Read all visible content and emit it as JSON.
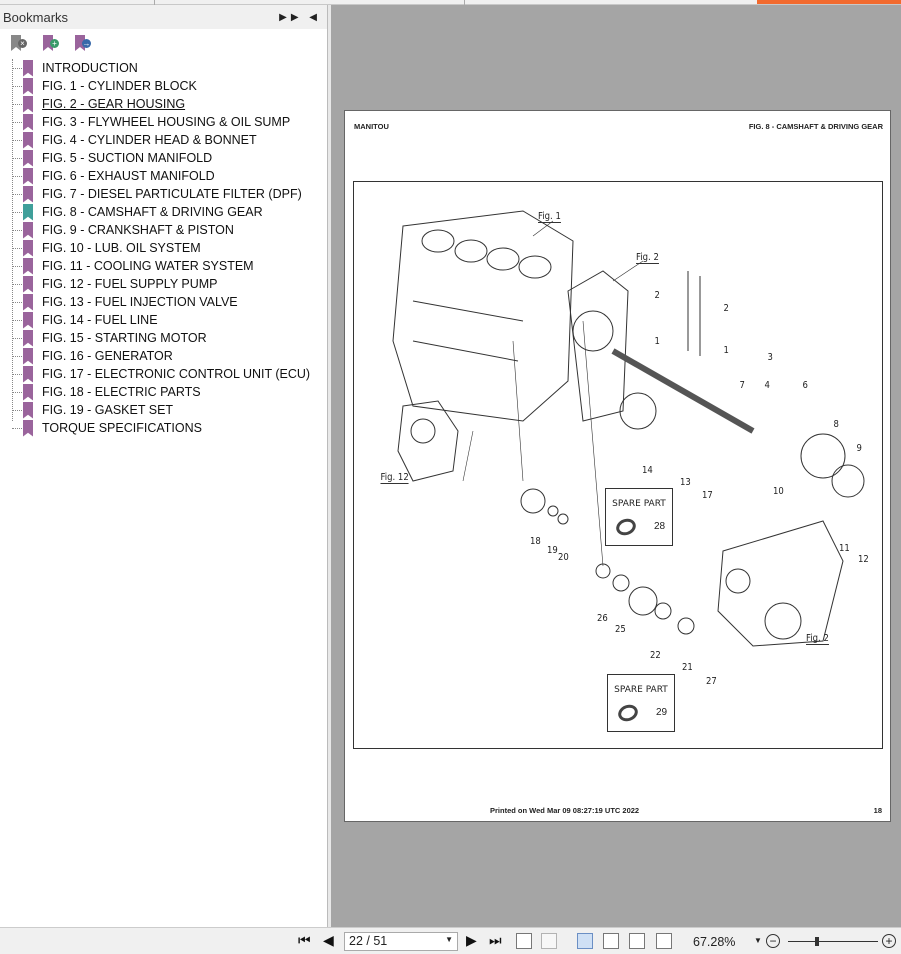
{
  "bookmarks_panel": {
    "title": "Bookmarks",
    "tools": [
      "delete-bookmark-icon",
      "add-bookmark-icon",
      "go-to-bookmark-icon"
    ],
    "items": [
      {
        "label": "INTRODUCTION"
      },
      {
        "label": "FIG. 1 - CYLINDER BLOCK"
      },
      {
        "label": "FIG. 2 - GEAR HOUSING",
        "hovered": true
      },
      {
        "label": "FIG. 3 - FLYWHEEL HOUSING & OIL SUMP"
      },
      {
        "label": "FIG. 4 - CYLINDER HEAD & BONNET"
      },
      {
        "label": "FIG. 5 - SUCTION MANIFOLD"
      },
      {
        "label": "FIG. 6 - EXHAUST MANIFOLD"
      },
      {
        "label": "FIG. 7 - DIESEL PARTICULATE FILTER (DPF)"
      },
      {
        "label": "FIG. 8 - CAMSHAFT & DRIVING GEAR",
        "current": true
      },
      {
        "label": "FIG. 9 - CRANKSHAFT & PISTON"
      },
      {
        "label": "FIG. 10 - LUB. OIL SYSTEM"
      },
      {
        "label": "FIG. 11 - COOLING WATER SYSTEM"
      },
      {
        "label": "FIG. 12 - FUEL SUPPLY PUMP"
      },
      {
        "label": "FIG. 13 - FUEL INJECTION VALVE"
      },
      {
        "label": "FIG. 14 - FUEL LINE"
      },
      {
        "label": "FIG. 15 - STARTING MOTOR"
      },
      {
        "label": "FIG. 16 - GENERATOR"
      },
      {
        "label": "FIG. 17 - ELECTRONIC CONTROL UNIT (ECU)"
      },
      {
        "label": "FIG. 18 - ELECTRIC PARTS"
      },
      {
        "label": "FIG. 19 - GASKET SET"
      },
      {
        "label": "TORQUE SPECIFICATIONS"
      }
    ]
  },
  "page": {
    "header_left": "MANITOU",
    "header_right": "FIG. 8 - CAMSHAFT & DRIVING GEAR",
    "footer_printed": "Printed on  Wed Mar 09 08:27:19 UTC 2022",
    "footer_page": "18",
    "callouts": [
      "Fig. 1",
      "Fig. 2",
      "2",
      "2",
      "1",
      "1",
      "3",
      "7",
      "4",
      "6",
      "8",
      "9",
      "14",
      "13",
      "17",
      "10",
      "Fig. 12",
      "18",
      "19",
      "20",
      "11",
      "12",
      "26",
      "25",
      "22",
      "21",
      "27",
      "Fig. 2"
    ],
    "spare_parts": [
      {
        "label": "SPARE PART",
        "number": "28"
      },
      {
        "label": "SPARE PART",
        "number": "29"
      }
    ]
  },
  "toolbar": {
    "page_indicator": "22 / 51",
    "zoom": "67.28%",
    "zoom_fraction": 0.3
  },
  "colors": {
    "bookmark": "#9a649c",
    "current_bookmark": "#3f9f9a",
    "accent": "#f26a2e"
  }
}
